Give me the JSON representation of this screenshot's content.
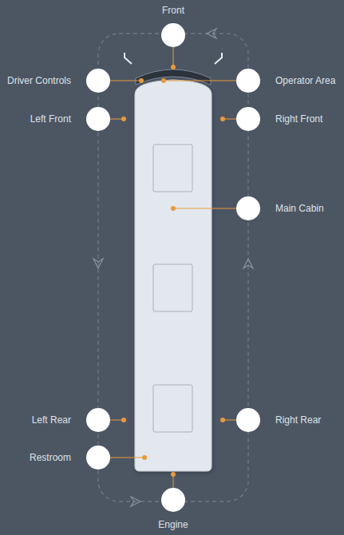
{
  "diagram": {
    "labels": [
      "Front",
      "Driver Controls",
      "Operator Area",
      "Left Front",
      "Right Front",
      "Main Cabin",
      "Left Rear",
      "Right Rear",
      "Restroom",
      "Engine"
    ]
  }
}
